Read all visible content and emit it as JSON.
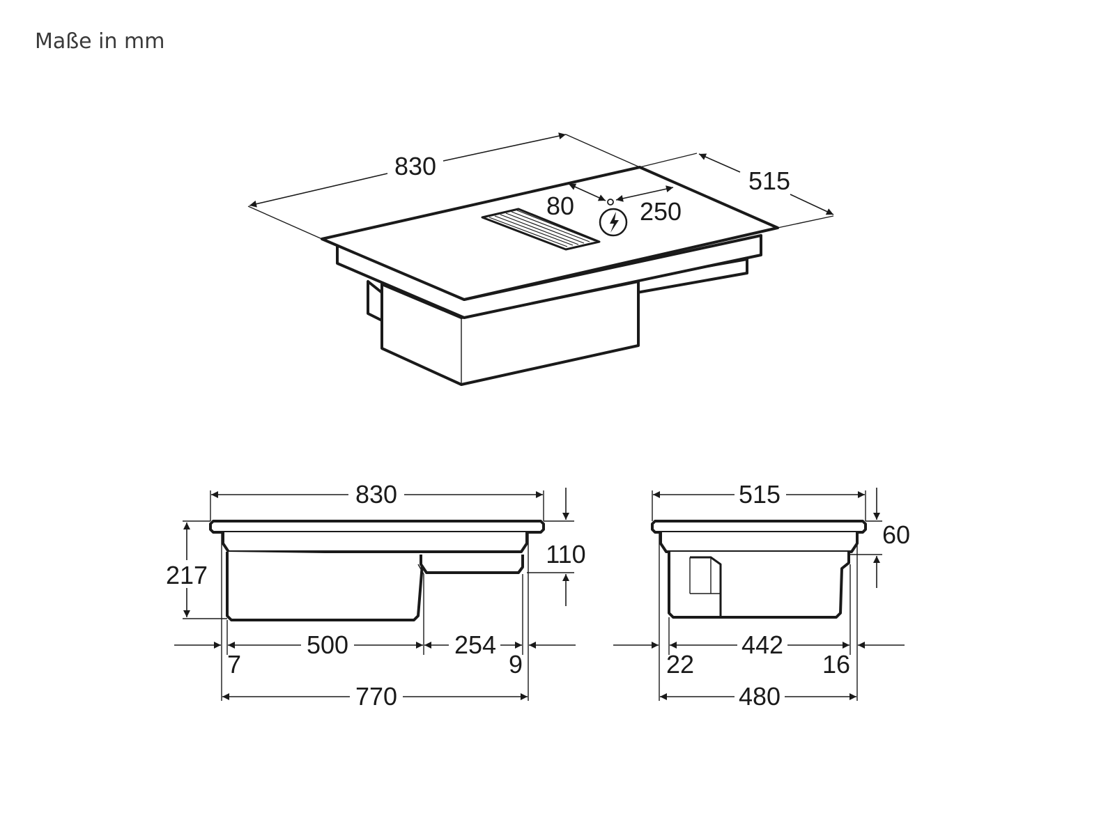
{
  "caption": "Maße in mm",
  "iso": {
    "width": "830",
    "depth": "515",
    "conn_offset": "80",
    "conn_dist": "250"
  },
  "front": {
    "width": "830",
    "height": "217",
    "depth": "110",
    "left_gap": "7",
    "section_a": "500",
    "section_b": "254",
    "right_gap": "9",
    "cutout": "770"
  },
  "side": {
    "width": "515",
    "height": "60",
    "left_gap": "22",
    "inner": "442",
    "right_gap": "16",
    "cutout": "480"
  },
  "icons": [
    "power-connection-icon"
  ]
}
